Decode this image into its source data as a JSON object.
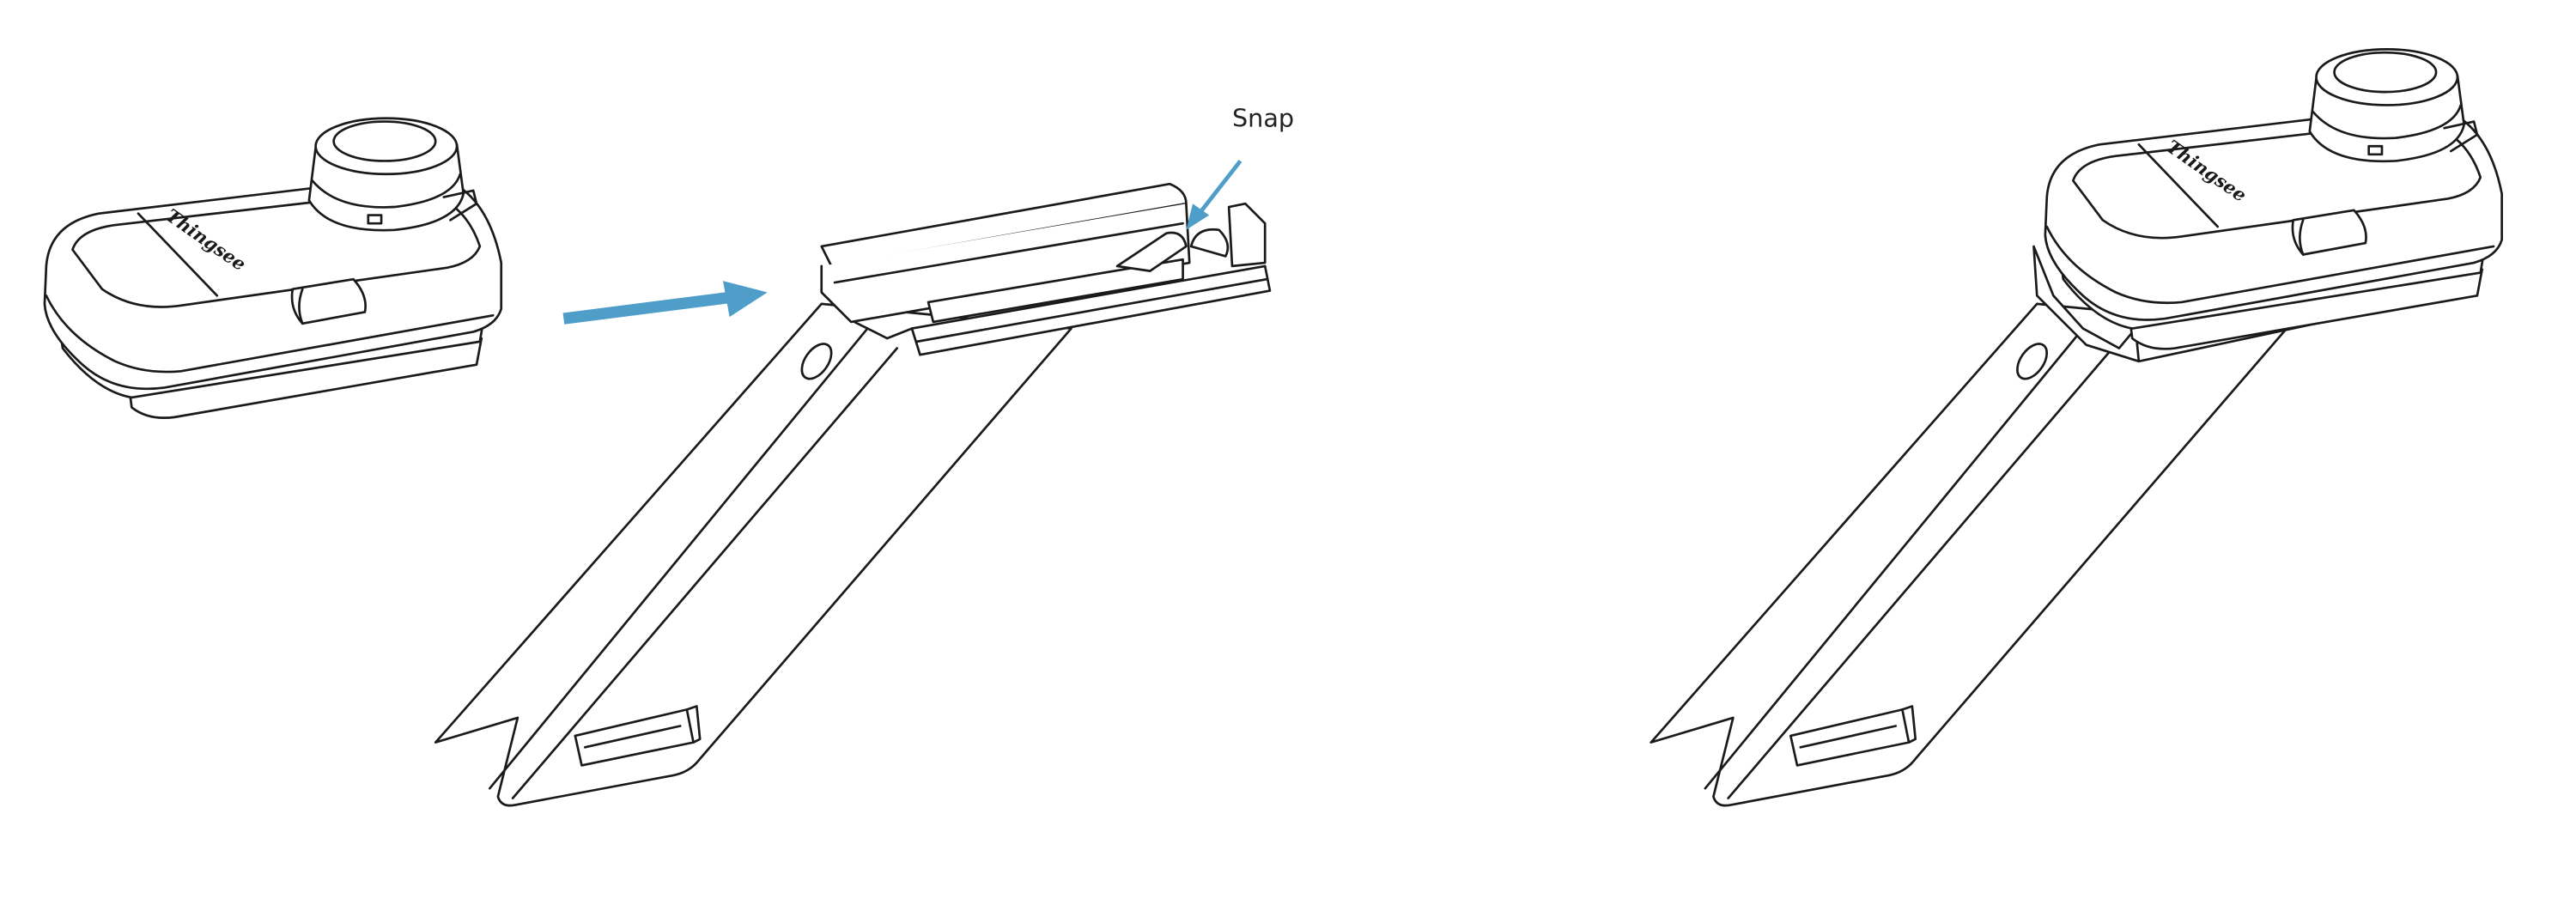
{
  "labels": {
    "snap": "Snap",
    "brand_logo": "Thingsee"
  },
  "colors": {
    "accent_arrow": "#4f9dc9",
    "line": "#1a1a1a",
    "background": "#ffffff"
  },
  "icons": {
    "insertion_arrow": "arrow-right",
    "snap_pointer": "arrow-down-left"
  }
}
